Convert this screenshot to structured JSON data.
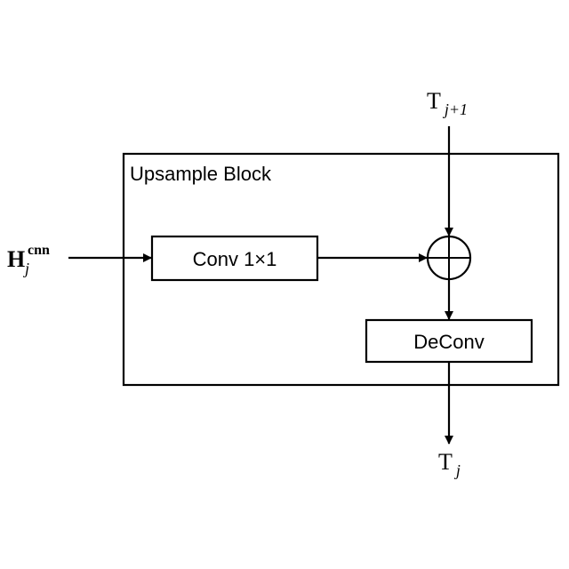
{
  "block": {
    "title": "Upsample Block"
  },
  "nodes": {
    "conv": {
      "label": "Conv 1×1"
    },
    "deconv": {
      "label": "DeConv"
    },
    "add": {
      "symbol": "⊕"
    }
  },
  "inputs": {
    "h_cnn": {
      "base": "H",
      "sub": "j",
      "sup": "cnn"
    },
    "t_next": {
      "base": "T",
      "sub": "j+1"
    }
  },
  "outputs": {
    "t_out": {
      "base": "T",
      "sub": "j"
    }
  }
}
